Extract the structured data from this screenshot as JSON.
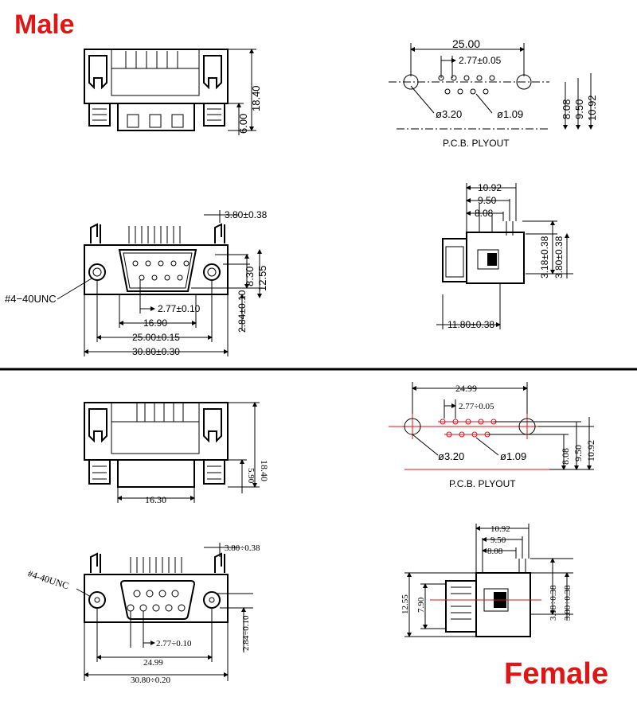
{
  "headings": {
    "male": "Male",
    "female": "Female",
    "color": "#e01515"
  },
  "colors": {
    "line": "#000000",
    "centerline": "#e01010",
    "divider": "#000000"
  },
  "male": {
    "front_top": {
      "height": "18.40",
      "offset": "6.00"
    },
    "pcb": {
      "width": "25.00",
      "pitch": "2.77±0.05",
      "hole_large": "ø3.20",
      "hole_small": "ø1.09",
      "row1": "8.08",
      "row2": "9.50",
      "row3": "10.92",
      "caption": "P.C.B.  PLYOUT"
    },
    "front": {
      "depth": "3.80±0.38",
      "height_inner": "8.30",
      "height_outer": "12.55",
      "offset": "2.84±0.10",
      "thread": "#4−40UNC",
      "pitch": "2.77±0.10",
      "w_inner": "16.90",
      "w_holes": "25.00±0.15",
      "w_total": "30.80±0.30"
    },
    "side": {
      "d1": "10.92",
      "d2": "9.50",
      "d3": "8.08",
      "h1": "3.18±0.38",
      "h2": "3.80±0.38",
      "w": "11.80±0.38"
    }
  },
  "female": {
    "front_top": {
      "height": "18.40",
      "offset": "5.90",
      "width": "16.30"
    },
    "pcb": {
      "width": "24.99",
      "pitch": "2.77÷0.05",
      "hole_large": "ø3.20",
      "hole_small": "ø1.09",
      "row1": "8.08",
      "row2": "9.50",
      "row3": "10.92",
      "caption": "P.C.B.  PLYOUT"
    },
    "front": {
      "depth": "3.80÷0.38",
      "thread": "#4-40UNC",
      "pitch": "2.77÷0.10",
      "offset": "2.84÷0.10",
      "w_holes": "24.99",
      "w_total": "30.80÷0.20"
    },
    "side": {
      "d1": "10.92",
      "d2": "9.50",
      "d3": "8.08",
      "h1": "3.18÷0.38",
      "h2": "3.80÷0.38",
      "height": "12.55",
      "inner": "7.90"
    }
  }
}
